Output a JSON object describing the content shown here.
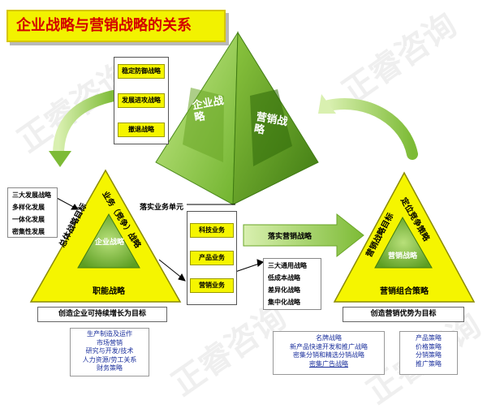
{
  "title": "企业战略与营销战略的关系",
  "watermark": "正睿咨询",
  "colors": {
    "yellow": "#f5f500",
    "green": "#8cc63f",
    "dark_green": "#4d8a1d",
    "red": "#d40000",
    "blue": "#1a2f9c"
  },
  "pyramid": {
    "left_face": "企业战略",
    "right_face": "营销战略"
  },
  "top_box": {
    "items": [
      "稳定防御战略",
      "发展进攻战略",
      "撤退战略"
    ]
  },
  "left_list": {
    "items": [
      "三大发展战略",
      "多样化发展",
      "一体化发展",
      "密集性发展"
    ]
  },
  "left_triangle": {
    "center": "企业战略",
    "left_side": "总体战略目标",
    "right_side": "业务（竞争）战略",
    "bottom": "职能战略",
    "goal": "创造企业可持续增长为目标"
  },
  "business_units": {
    "header": "落实业务单元",
    "items": [
      "科技业务",
      "产品业务",
      "营销业务"
    ]
  },
  "marketing_arrow": "落实营销战略",
  "generic_strategies": {
    "items": [
      "三大通用战略",
      "低成本战略",
      "差异化战略",
      "集中化战略"
    ]
  },
  "right_triangle": {
    "center": "营销战略",
    "left_side": "营销战略目标",
    "right_side": "定位竞争策略",
    "bottom": "营销组合策略",
    "goal": "创造营销优势为目标"
  },
  "functional_list": {
    "items": [
      "生产制造及运作",
      "市场营销",
      "研究与开发/技术",
      "人力资源/劳工关系",
      "财务策略"
    ]
  },
  "brand_list": {
    "items": [
      "名牌战略",
      "新产品快速开发和推广战略",
      "密集分销和精选分销战略",
      "密集广告战略"
    ]
  },
  "mix_list": {
    "items": [
      "产品策略",
      "价格策略",
      "分销策略",
      "推广策略"
    ]
  }
}
